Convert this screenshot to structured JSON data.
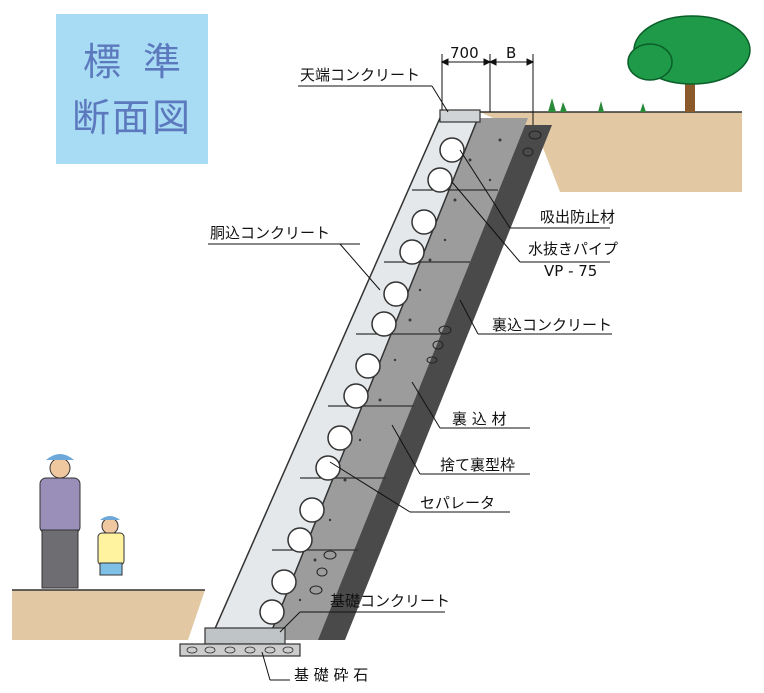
{
  "title": {
    "line1": "標準",
    "line2": "断面図"
  },
  "dimensions": {
    "top_width": "700",
    "b": "B"
  },
  "labels": {
    "tenba": "天端コンクリート",
    "douchi": "胴込コンクリート",
    "kyushutsu": "吸出防止材",
    "pipe_line1": "水抜きパイプ",
    "pipe_line2": "VP - 75",
    "uragome_conc": "裏込コンクリート",
    "uragome_zai": "裏 込 材",
    "sute_katawaku": "捨て裏型枠",
    "separator": "セパレータ",
    "kiso_conc": "基礎コンクリート",
    "kiso_saiseki": "基 礎 砕 石"
  },
  "colors": {
    "title_bg": "#a8dcf5",
    "title_text": "#5d79bd",
    "ground": "#e2c9a4",
    "block": "#e4e8ea",
    "back_concrete": "#9a9a9a",
    "tree": "#1f9a48"
  }
}
